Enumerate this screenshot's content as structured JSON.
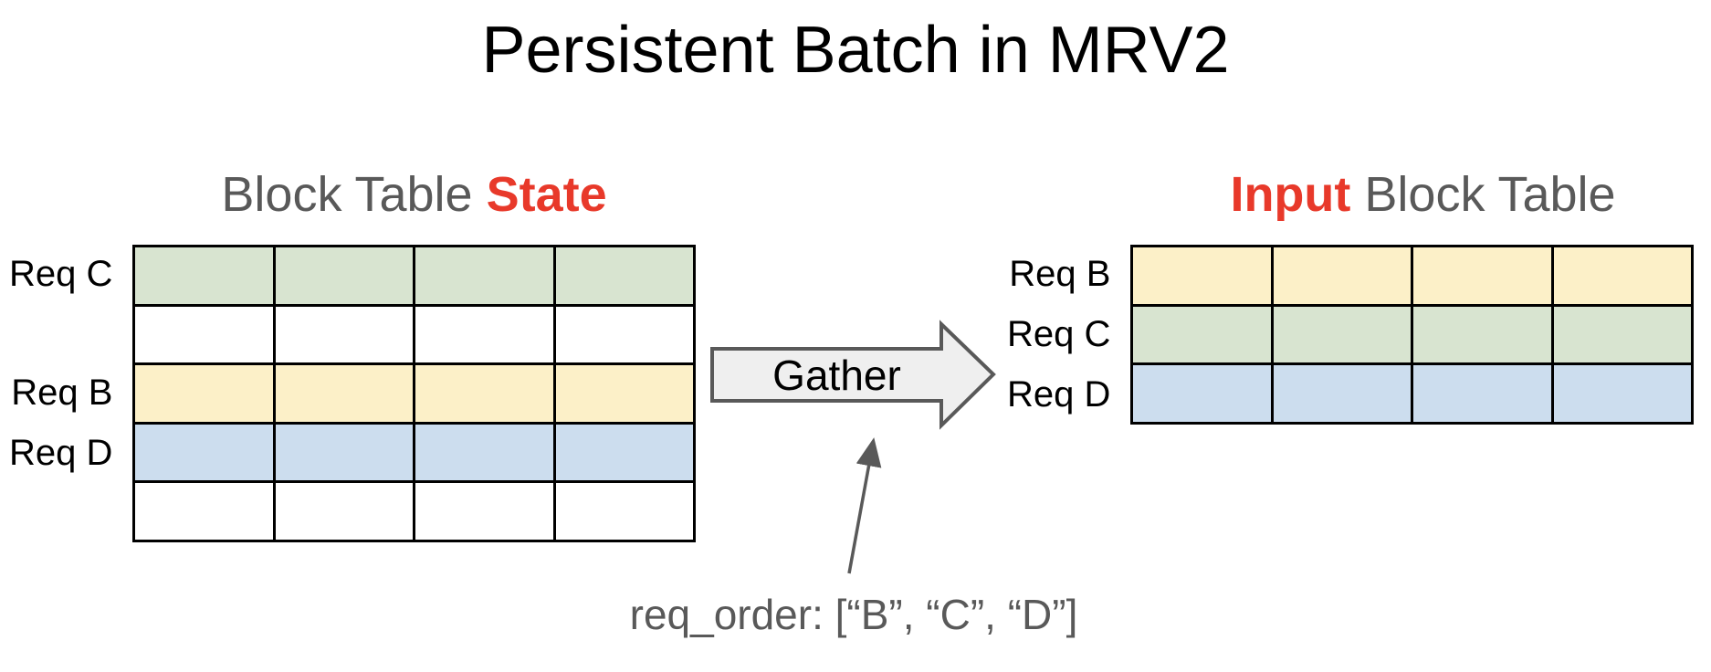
{
  "title": "Persistent Batch in MRV2",
  "colors": {
    "red": "#E8392A",
    "gray_text": "#595959",
    "black_text": "#000000",
    "green_cell": "#D8E4D0",
    "yellow_cell": "#FCF0C8",
    "blue_cell": "#CCDDEE",
    "white_cell": "#FFFFFF",
    "arrow_fill": "#EFEFEF",
    "arrow_stroke": "#595959"
  },
  "left_table": {
    "heading_prefix": "Block Table ",
    "heading_highlight": "State",
    "columns": 4,
    "rows": [
      {
        "label": "Req C",
        "color": "green"
      },
      {
        "label": "",
        "color": "white"
      },
      {
        "label": "Req B",
        "color": "yellow"
      },
      {
        "label": "Req D",
        "color": "blue"
      },
      {
        "label": "",
        "color": "white"
      }
    ]
  },
  "right_table": {
    "heading_highlight": "Input",
    "heading_suffix": " Block Table",
    "columns": 4,
    "rows": [
      {
        "label": "Req B",
        "color": "yellow"
      },
      {
        "label": "Req C",
        "color": "green"
      },
      {
        "label": "Req D",
        "color": "blue"
      }
    ]
  },
  "gather_arrow": {
    "label": "Gather"
  },
  "annotation": {
    "text": "req_order: [“B”, “C”, “D”]"
  }
}
